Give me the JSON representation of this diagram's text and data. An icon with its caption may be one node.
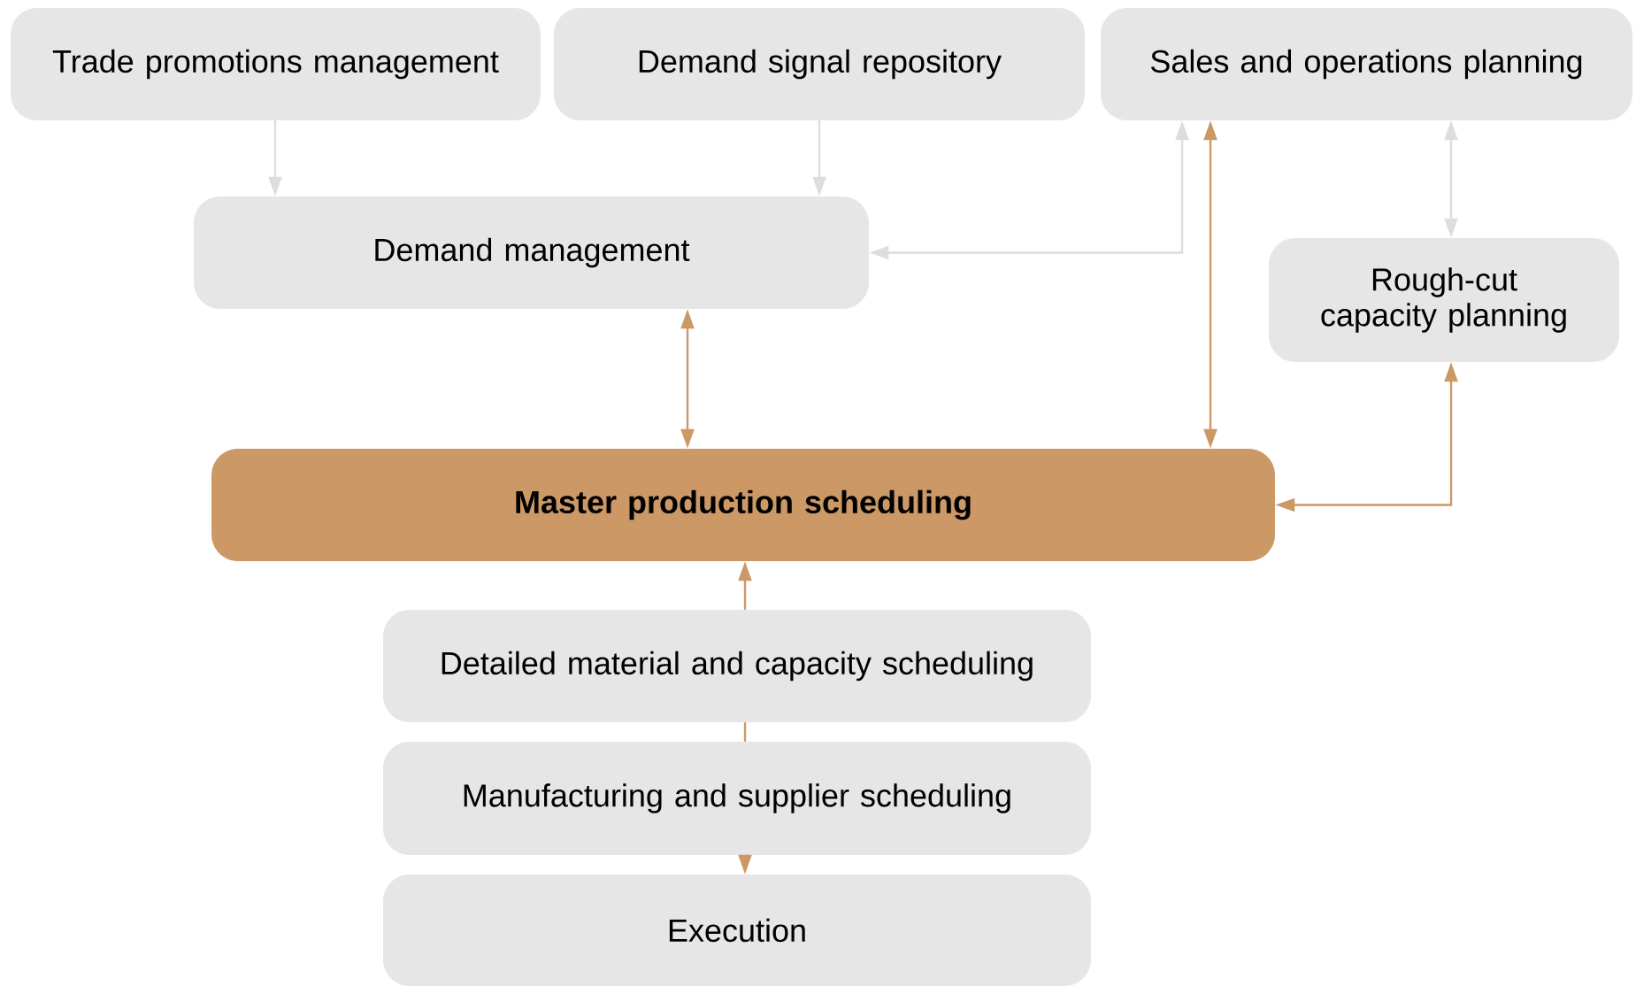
{
  "diagram": {
    "nodes": [
      {
        "text": [
          "Trade promotions management"
        ]
      },
      {
        "text": [
          "Demand signal repository"
        ]
      },
      {
        "text": [
          "Sales and operations planning"
        ]
      },
      {
        "text": [
          "Demand management"
        ]
      },
      {
        "text": [
          "Rough-cut capacity planning"
        ]
      },
      {
        "text": [
          "Master production scheduling"
        ]
      },
      {
        "text": [
          "Detailed material and capacity scheduling"
        ]
      },
      {
        "text": [
          "Manufacturing and supplier scheduling"
        ]
      },
      {
        "text": [
          "Execution"
        ]
      }
    ],
    "edges": [
      {
        "from": 0,
        "to": 3,
        "arrow": "to",
        "color": "#dddddd"
      },
      {
        "from": 1,
        "to": 3,
        "arrow": "to",
        "color": "#dddddd"
      },
      {
        "from": 2,
        "to": 3,
        "arrow": "both",
        "color": "#dddddd"
      },
      {
        "from": 2,
        "to": 5,
        "arrow": "both"
      },
      {
        "from": 2,
        "to": 4,
        "arrow": "both",
        "color": "#dddddd"
      },
      {
        "from": 3,
        "to": 5,
        "arrow": "both"
      },
      {
        "from": 4,
        "to": 5,
        "arrow": "both"
      },
      {
        "from": 6,
        "to": 5,
        "arrow": "to"
      },
      {
        "from": 7,
        "to": 6,
        "arrow": "none"
      },
      {
        "from": 7,
        "to": 8,
        "arrow": "to"
      }
    ]
  }
}
